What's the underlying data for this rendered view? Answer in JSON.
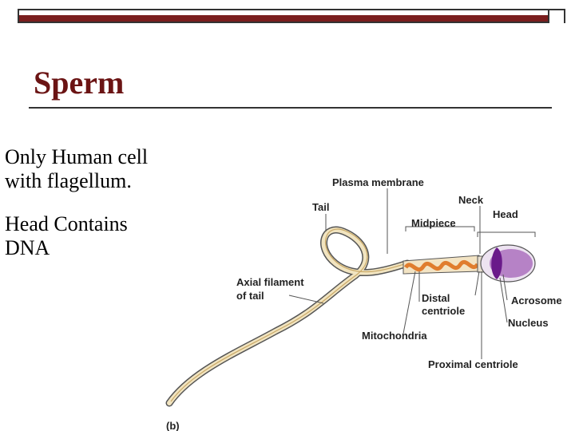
{
  "slide": {
    "title": "Sperm",
    "bullets": [
      {
        "lines": [
          "Only Human cell",
          "with flagellum."
        ]
      },
      {
        "lines": [
          "Head Contains",
          "DNA"
        ]
      }
    ]
  },
  "diagram": {
    "labels": {
      "plasma_membrane": "Plasma membrane",
      "neck": "Neck",
      "tail": "Tail",
      "head": "Head",
      "midpiece": "Midpiece",
      "axial_filament_1": "Axial filament",
      "axial_filament_2": "of tail",
      "distal_centriole_1": "Distal",
      "distal_centriole_2": "centriole",
      "acrosome": "Acrosome",
      "mitochondria": "Mitochondria",
      "nucleus": "Nucleus",
      "proximal_centriole": "Proximal centriole",
      "panel": "(b)"
    }
  },
  "colors": {
    "title": "#6b1414",
    "topbar_accent": "#7a1e1e",
    "tail_fill": "#f1e4c0",
    "midpiece_fill": "#f0a868",
    "nucleus": "#6a1a8a",
    "acrosome": "#b682c6"
  }
}
